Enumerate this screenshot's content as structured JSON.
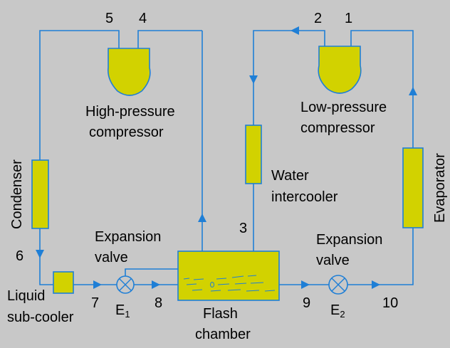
{
  "colors": {
    "background": "#c8c8c8",
    "pipe": "#1f7fd6",
    "component_fill": "#d2d200",
    "text": "#000000"
  },
  "components": {
    "high_pressure_compressor": [
      "High-pressure",
      "compressor"
    ],
    "low_pressure_compressor": [
      "Low-pressure",
      "compressor"
    ],
    "condenser": "Condenser",
    "evaporator": "Evaporator",
    "water_intercooler": [
      "Water",
      "intercooler"
    ],
    "liquid_sub_cooler": [
      "Liquid",
      "sub-cooler"
    ],
    "flash_chamber": [
      "Flash",
      "chamber"
    ],
    "expansion_valve_1": [
      "Expansion",
      "valve"
    ],
    "expansion_valve_2": [
      "Expansion",
      "valve"
    ]
  },
  "valve_symbols": {
    "e1": {
      "letter": "E",
      "sub": "1"
    },
    "e2": {
      "letter": "E",
      "sub": "2"
    }
  },
  "state_points": [
    "1",
    "2",
    "3",
    "4",
    "5",
    "6",
    "7",
    "8",
    "9",
    "10"
  ]
}
